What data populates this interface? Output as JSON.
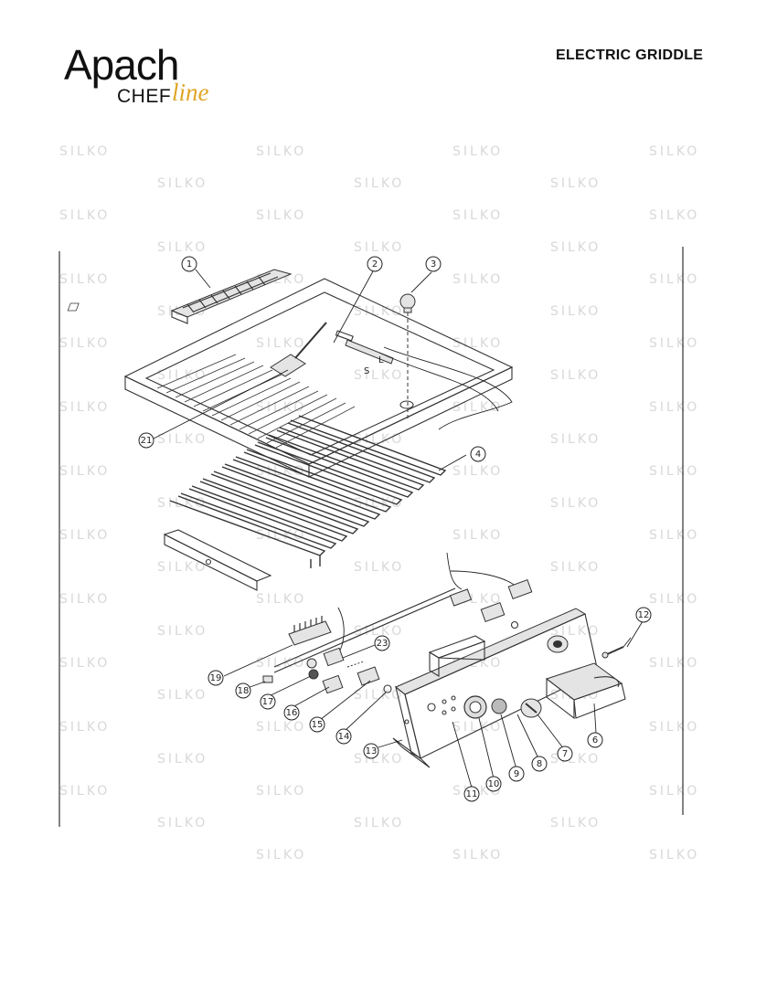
{
  "header": {
    "brand_main": "Apach",
    "brand_sub": "CHEF",
    "brand_script": "line",
    "title": "ELECTRIC GRIDDLE"
  },
  "watermark_text": "SILKO",
  "diagram": {
    "side_labels": {
      "s": "S",
      "l": "L"
    },
    "callouts": [
      {
        "id": "1",
        "label": "1"
      },
      {
        "id": "2",
        "label": "2"
      },
      {
        "id": "3",
        "label": "3"
      },
      {
        "id": "4",
        "label": "4"
      },
      {
        "id": "6",
        "label": "6"
      },
      {
        "id": "7",
        "label": "7"
      },
      {
        "id": "8",
        "label": "8"
      },
      {
        "id": "9",
        "label": "9"
      },
      {
        "id": "10",
        "label": "10"
      },
      {
        "id": "11",
        "label": "11"
      },
      {
        "id": "12",
        "label": "12"
      },
      {
        "id": "13",
        "label": "13"
      },
      {
        "id": "14",
        "label": "14"
      },
      {
        "id": "15",
        "label": "15"
      },
      {
        "id": "16",
        "label": "16"
      },
      {
        "id": "17",
        "label": "17"
      },
      {
        "id": "18",
        "label": "18"
      },
      {
        "id": "19",
        "label": "19"
      },
      {
        "id": "21",
        "label": "21"
      },
      {
        "id": "23",
        "label": "23"
      }
    ]
  },
  "colors": {
    "accent": "#e0a526",
    "ink": "#111111",
    "watermark": "#d8d8d8"
  }
}
